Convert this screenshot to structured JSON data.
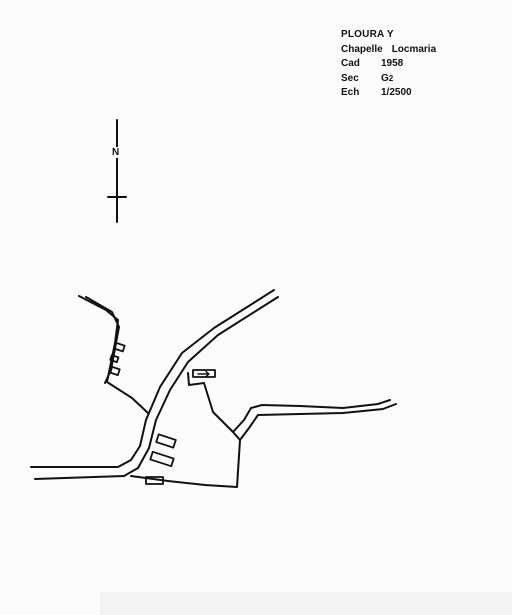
{
  "sheet": {
    "commune": "PLOURA Y",
    "place": "Chapelle",
    "place_detail": "Locmaria",
    "fields": [
      {
        "key": "Cad",
        "value": "1958"
      },
      {
        "key": "Sec",
        "value": "G",
        "sub": "2"
      },
      {
        "key": "Ech",
        "value": "1/2500"
      }
    ]
  },
  "north_arrow": {
    "label": "N"
  },
  "colors": {
    "background": "#fcfcfc",
    "ink": "#111111"
  }
}
